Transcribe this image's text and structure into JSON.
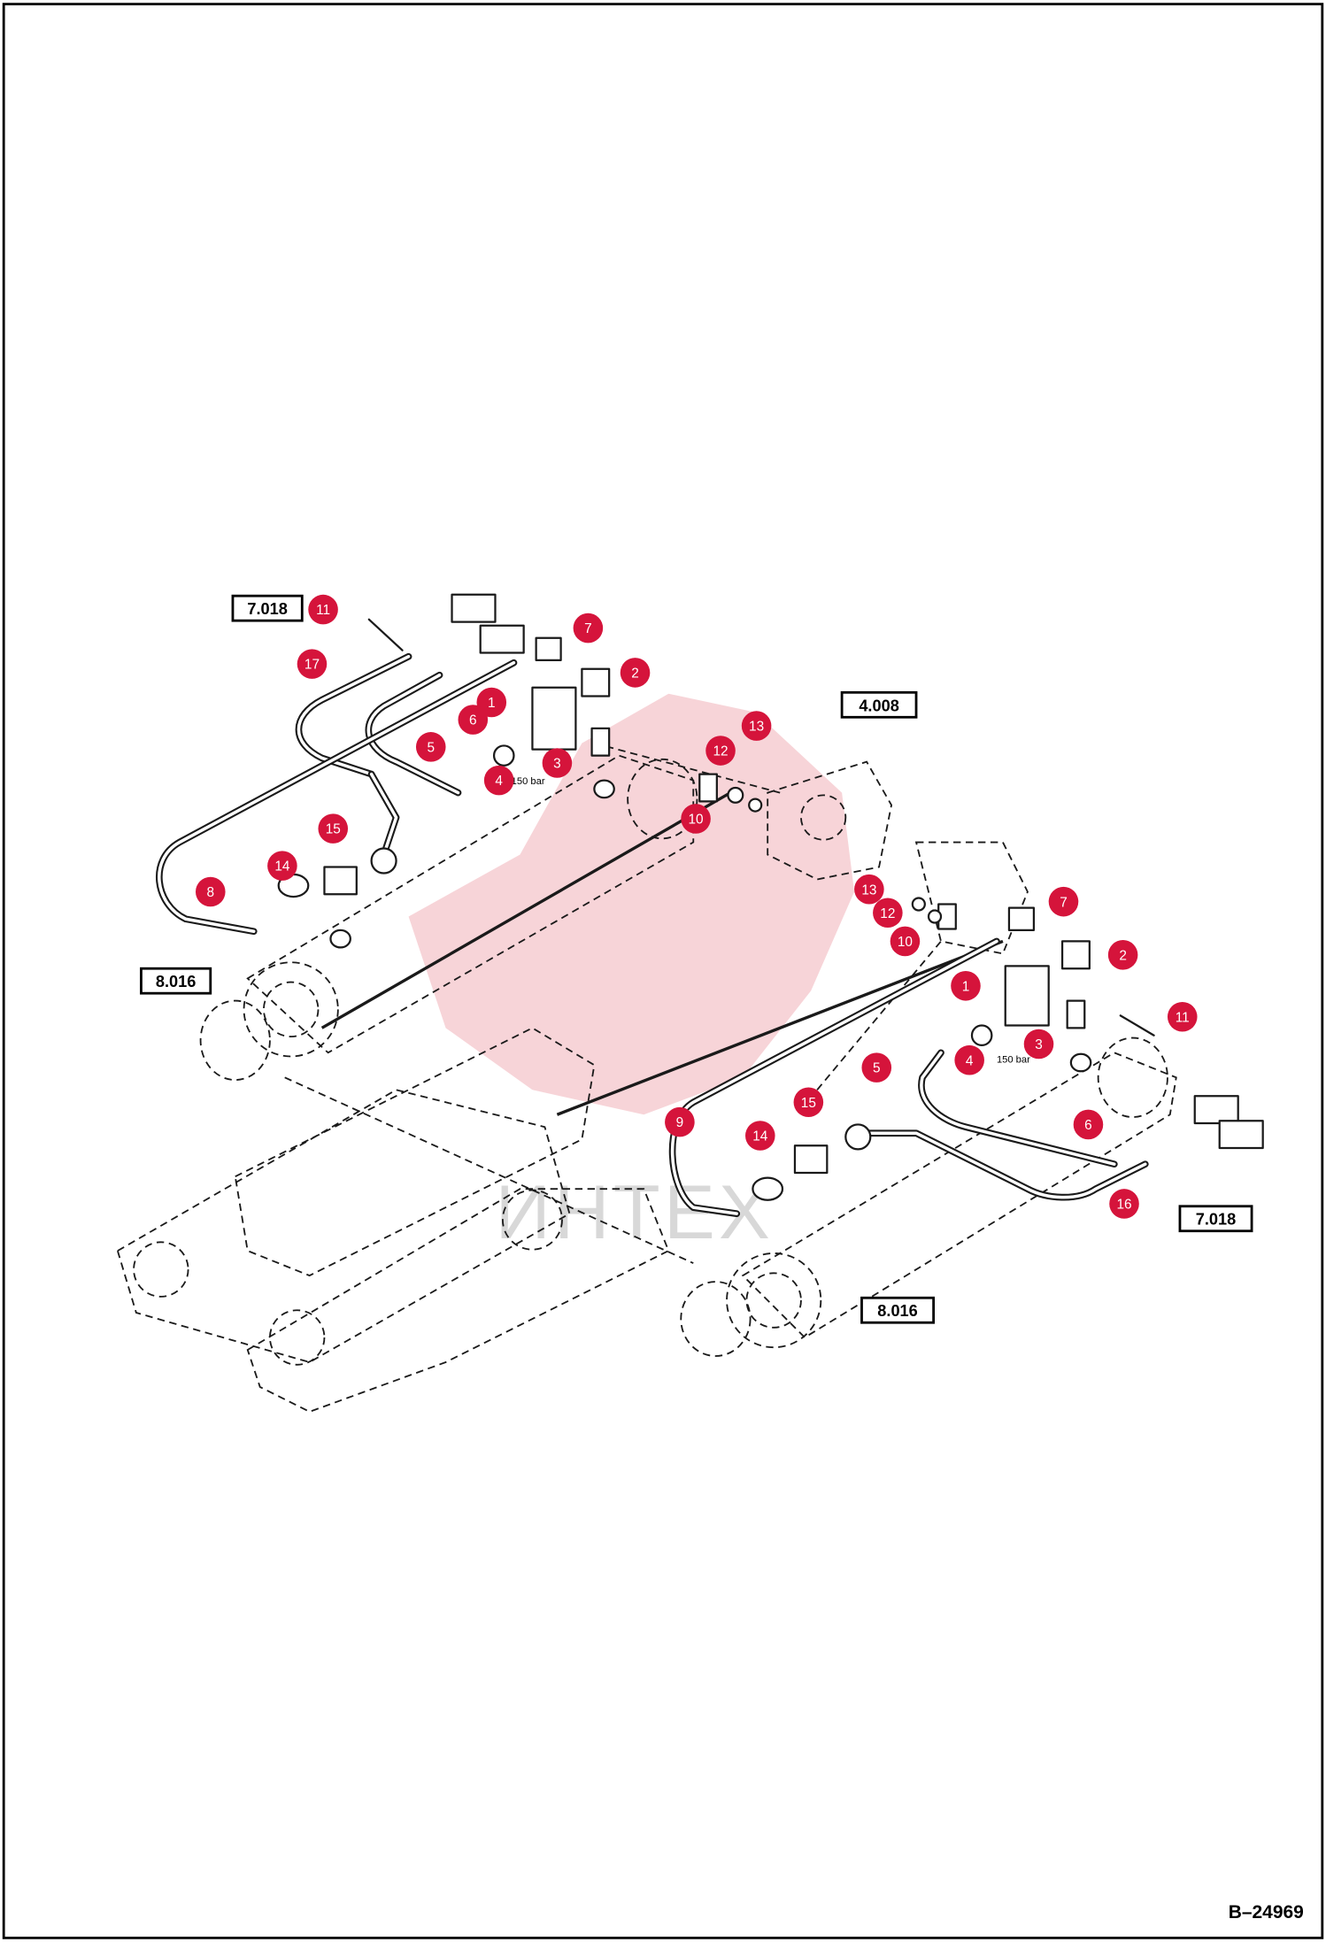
{
  "reference_labels": {
    "ref_top_left": "7.018",
    "ref_top_center": "4.008",
    "ref_left_cylinder": "8.016",
    "ref_right_cylinder": "8.016",
    "ref_right_lines": "7.018"
  },
  "callouts_left": {
    "c11": "11",
    "c17": "17",
    "c7": "7",
    "c2": "2",
    "c1": "1",
    "c6": "6",
    "c5": "5",
    "c4": "4",
    "c3": "3",
    "c15": "15",
    "c14": "14",
    "c8": "8",
    "c13": "13",
    "c12": "12",
    "c10": "10"
  },
  "callouts_right": {
    "c13": "13",
    "c12": "12",
    "c10": "10",
    "c7": "7",
    "c2": "2",
    "c1": "1",
    "c11": "11",
    "c4": "4",
    "c3": "3",
    "c5": "5",
    "c15": "15",
    "c9": "9",
    "c14": "14",
    "c6": "6",
    "c16": "16"
  },
  "valve_text": {
    "left": "150 bar",
    "right": "150 bar"
  },
  "watermark_text": "ИНТЕХ",
  "document_id": "B–24969",
  "colors": {
    "callout": "#d5143b",
    "watermark": "#f1b0b8",
    "line": "#1a1a1a"
  }
}
